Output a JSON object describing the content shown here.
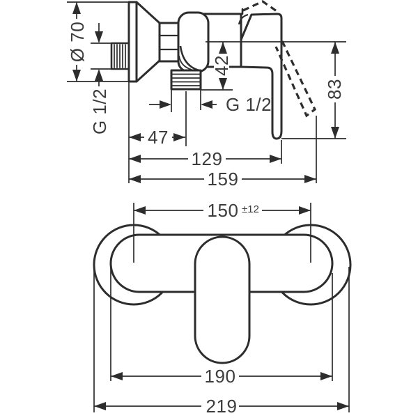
{
  "colors": {
    "background": "#ffffff",
    "line": "#2d2d2d",
    "text": "#3c3c3c"
  },
  "side_view": {
    "labels": {
      "flange_diameter": "Ø 70",
      "wall_thread": "G 1/2",
      "outlet_drop": "42",
      "outlet_thread": "G 1/2",
      "handle_height": "83",
      "wall_to_outlet": "47",
      "wall_to_handle_front": "129",
      "total_depth": "159"
    }
  },
  "front_view": {
    "labels": {
      "connection_centers": "150",
      "connection_tolerance": "±12",
      "body_width": "190",
      "overall_width": "219"
    }
  }
}
